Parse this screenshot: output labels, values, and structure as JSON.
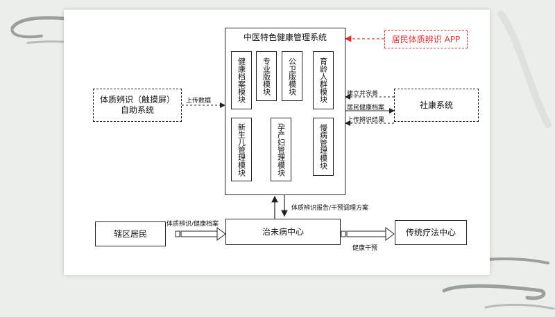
{
  "system": {
    "title": "中医特色健康管理系统",
    "modules_top": [
      "健康档案模块",
      "专业版模块",
      "公卫版模块",
      "育龄人群模块"
    ],
    "modules_bottom": [
      "新生儿管理模块",
      "孕产妇管理模块",
      "慢病管理模块"
    ]
  },
  "app_box": "居民体质辨识 APP",
  "left_box": {
    "line1": "体质辨识（触摸屏）",
    "line2": "自助系统"
  },
  "right_box": "社康系统",
  "resident_box": "辖区居民",
  "center_box": "治未病中心",
  "tcm_box": "传统疗法中心",
  "labels": {
    "upload": "上传数据",
    "build": "建立并完善",
    "health_record": "居民健康档案",
    "upload_result": "上传辨识结果",
    "report": "体质辨识报告/干预调理方案",
    "id_record": "体质辨识/健康档案",
    "intervention": "健康干预"
  },
  "colors": {
    "accent": "#e23030",
    "line": "#222222"
  }
}
